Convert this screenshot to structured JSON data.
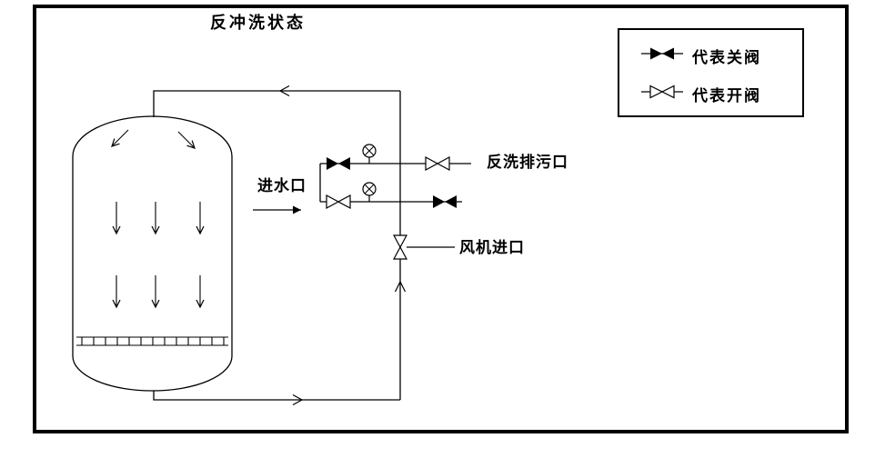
{
  "title": "反冲洗状态",
  "legend": {
    "closed_label": "代表关阀",
    "open_label": "代表开阀"
  },
  "labels": {
    "water_inlet": "进水口",
    "backwash_drain": "反洗排污口",
    "fan_inlet": "风机进口"
  },
  "icons": {
    "closed_valve": "▶◀",
    "open_valve": "▷◁",
    "gauge": "⊗"
  },
  "colors": {
    "line": "#000000",
    "background": "#ffffff",
    "closed_valve_fill": "#000000",
    "open_valve_fill": "#ffffff"
  }
}
